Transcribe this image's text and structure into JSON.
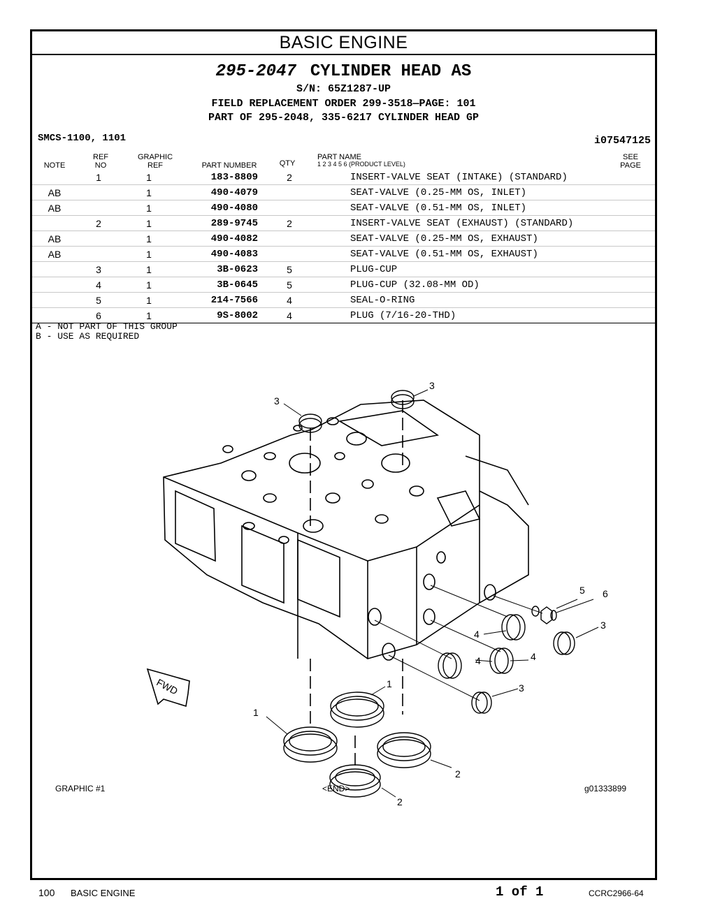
{
  "section": "BASIC ENGINE",
  "header": {
    "part_number": "295-2047",
    "title": "CYLINDER HEAD AS",
    "serial": "S/N: 65Z1287-UP",
    "field_replacement": "FIELD REPLACEMENT ORDER  299-3518—PAGE: 101",
    "part_of": "PART OF 295-2048, 335-6217 CYLINDER HEAD GP"
  },
  "smcs": "SMCS-1100, 1101",
  "illustration_id": "i07547125",
  "columns": {
    "note": "NOTE",
    "ref_top": "REF",
    "ref_bottom": "NO",
    "graphic_top": "GRAPHIC",
    "graphic_bottom": "REF",
    "part_number": "PART NUMBER",
    "qty": "QTY",
    "part_name": "PART NAME",
    "levels": "1   2   3   4   5   6    (PRODUCT LEVEL)",
    "see_top": "SEE",
    "see_bottom": "PAGE"
  },
  "rows": [
    {
      "note": "",
      "ref": "1",
      "graphic_ref": "1",
      "part_number": "183-8809",
      "qty": "2",
      "name": "INSERT-VALVE SEAT (INTAKE) (STANDARD)"
    },
    {
      "note": "AB",
      "ref": "",
      "graphic_ref": "1",
      "part_number": "490-4079",
      "qty": "",
      "name": "SEAT-VALVE (0.25-MM OS, INLET)"
    },
    {
      "note": "AB",
      "ref": "",
      "graphic_ref": "1",
      "part_number": "490-4080",
      "qty": "",
      "name": "SEAT-VALVE (0.51-MM OS, INLET)"
    },
    {
      "note": "",
      "ref": "2",
      "graphic_ref": "1",
      "part_number": "289-9745",
      "qty": "2",
      "name": "INSERT-VALVE SEAT (EXHAUST) (STANDARD)"
    },
    {
      "note": "AB",
      "ref": "",
      "graphic_ref": "1",
      "part_number": "490-4082",
      "qty": "",
      "name": "SEAT-VALVE (0.25-MM OS, EXHAUST)"
    },
    {
      "note": "AB",
      "ref": "",
      "graphic_ref": "1",
      "part_number": "490-4083",
      "qty": "",
      "name": "SEAT-VALVE (0.51-MM OS, EXHAUST)"
    },
    {
      "note": "",
      "ref": "3",
      "graphic_ref": "1",
      "part_number": "3B-0623",
      "qty": "5",
      "name": "PLUG-CUP"
    },
    {
      "note": "",
      "ref": "4",
      "graphic_ref": "1",
      "part_number": "3B-0645",
      "qty": "5",
      "name": "PLUG-CUP (32.08-MM OD)"
    },
    {
      "note": "",
      "ref": "5",
      "graphic_ref": "1",
      "part_number": "214-7566",
      "qty": "4",
      "name": "SEAL-O-RING"
    },
    {
      "note": "",
      "ref": "6",
      "graphic_ref": "1",
      "part_number": "9S-8002",
      "qty": "4",
      "name": "PLUG (7/16-20-THD)"
    }
  ],
  "notes": [
    "A - NOT PART OF THIS GROUP",
    "B - USE AS REQUIRED"
  ],
  "diagram": {
    "fwd_label": "FWD",
    "callouts": {
      "c3a": "3",
      "c3b": "3",
      "c3c": "3",
      "c3d": "3",
      "c5": "5",
      "c6": "6",
      "c4a": "4",
      "c4b": "4",
      "c4c": "4",
      "c1a": "1",
      "c1b": "1",
      "c2a": "2",
      "c2b": "2"
    }
  },
  "graphic_footer": {
    "left": "GRAPHIC #1",
    "center": "<END>",
    "right": "g01333899"
  },
  "page_footer": {
    "page_number": "100",
    "section": "BASIC ENGINE",
    "page_of": "1 of 1",
    "doc_code": "CCRC2966-64"
  }
}
